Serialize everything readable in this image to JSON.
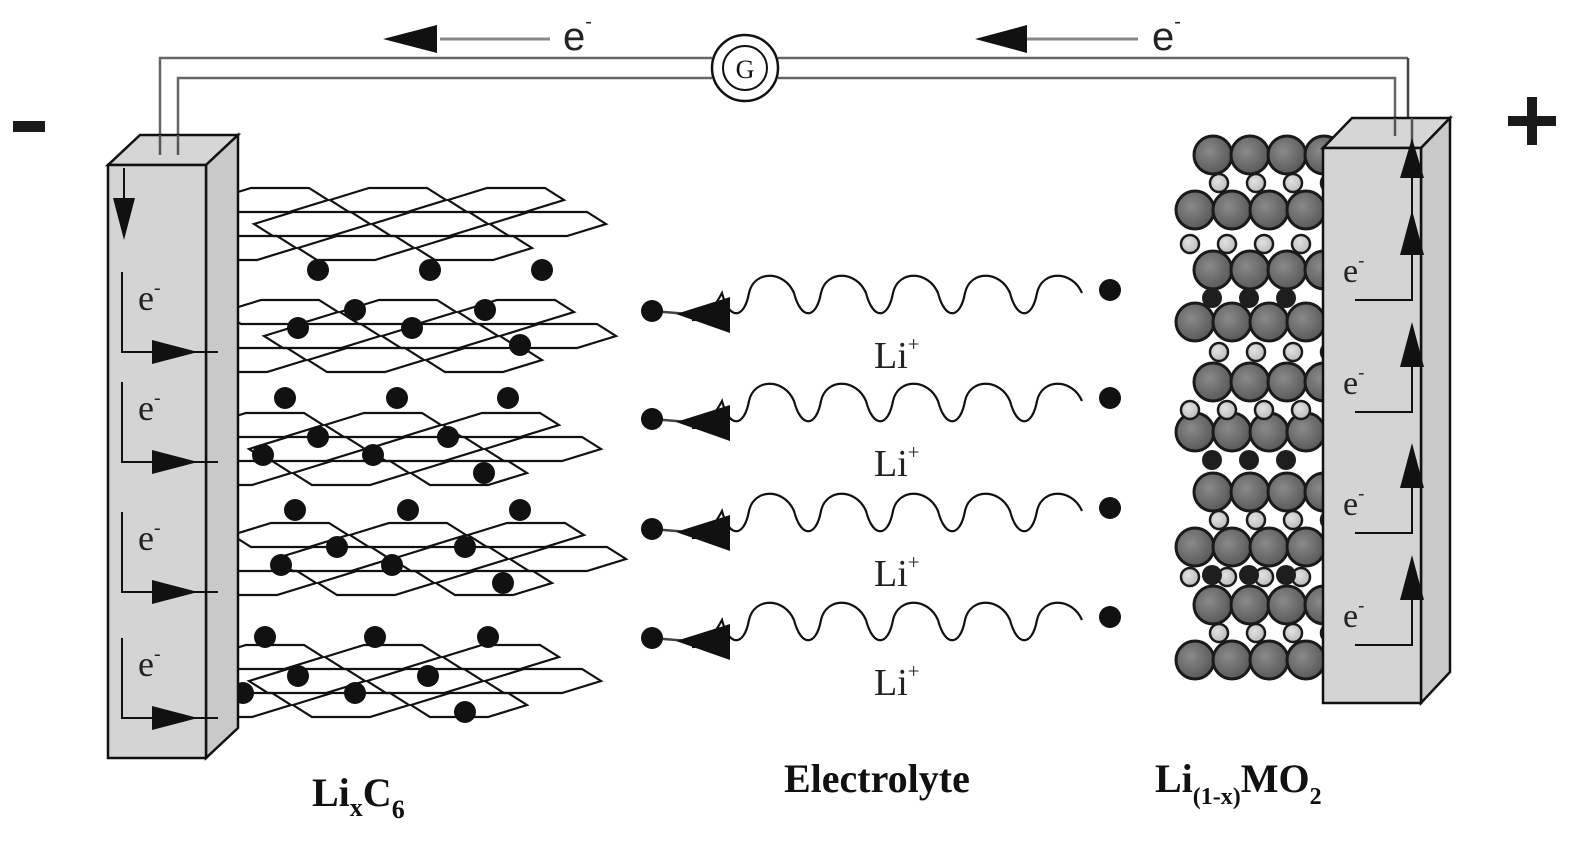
{
  "diagram": {
    "title": "Lithium-ion cell during discharge",
    "terminals": {
      "negative": "-",
      "positive": "+"
    },
    "galvanometer": {
      "symbol": "G"
    },
    "external_circuit": {
      "electron_label": "e",
      "electron_superscript": "-",
      "flow_direction": "right-to-left"
    },
    "anode": {
      "label_main": "Li",
      "label_sub1": "x",
      "label_mid": "C",
      "label_sub2": "6",
      "electron_arrows": [
        {
          "label": "e",
          "sup": "-"
        },
        {
          "label": "e",
          "sup": "-"
        },
        {
          "label": "e",
          "sup": "-"
        },
        {
          "label": "e",
          "sup": "-"
        }
      ],
      "graphene_layers": 5,
      "interlayer_ion_rows": 4
    },
    "electrolyte": {
      "label": "Electrolyte",
      "ion_paths": [
        {
          "label": "Li",
          "sup": "+"
        },
        {
          "label": "Li",
          "sup": "+"
        },
        {
          "label": "Li",
          "sup": "+"
        },
        {
          "label": "Li",
          "sup": "+"
        }
      ]
    },
    "cathode": {
      "label_main": "Li",
      "label_sub": "(1-x)",
      "label_rest": "MO",
      "label_sub2": "2",
      "electron_arrows": [
        {
          "label": "e",
          "sup": "-"
        },
        {
          "label": "e",
          "sup": "-"
        },
        {
          "label": "e",
          "sup": "-"
        },
        {
          "label": "e",
          "sup": "-"
        }
      ]
    },
    "colors": {
      "collector_fill": "#d4d4d4",
      "collector_side": "#c8c8c8",
      "line": "#111111",
      "wire": "#777777",
      "oxygen_atom": "#6e6e6e",
      "metal_atom": "#1e1e1e",
      "lithium_small_atom": "#d0d0d0",
      "lithium_ion": "#111111"
    }
  }
}
